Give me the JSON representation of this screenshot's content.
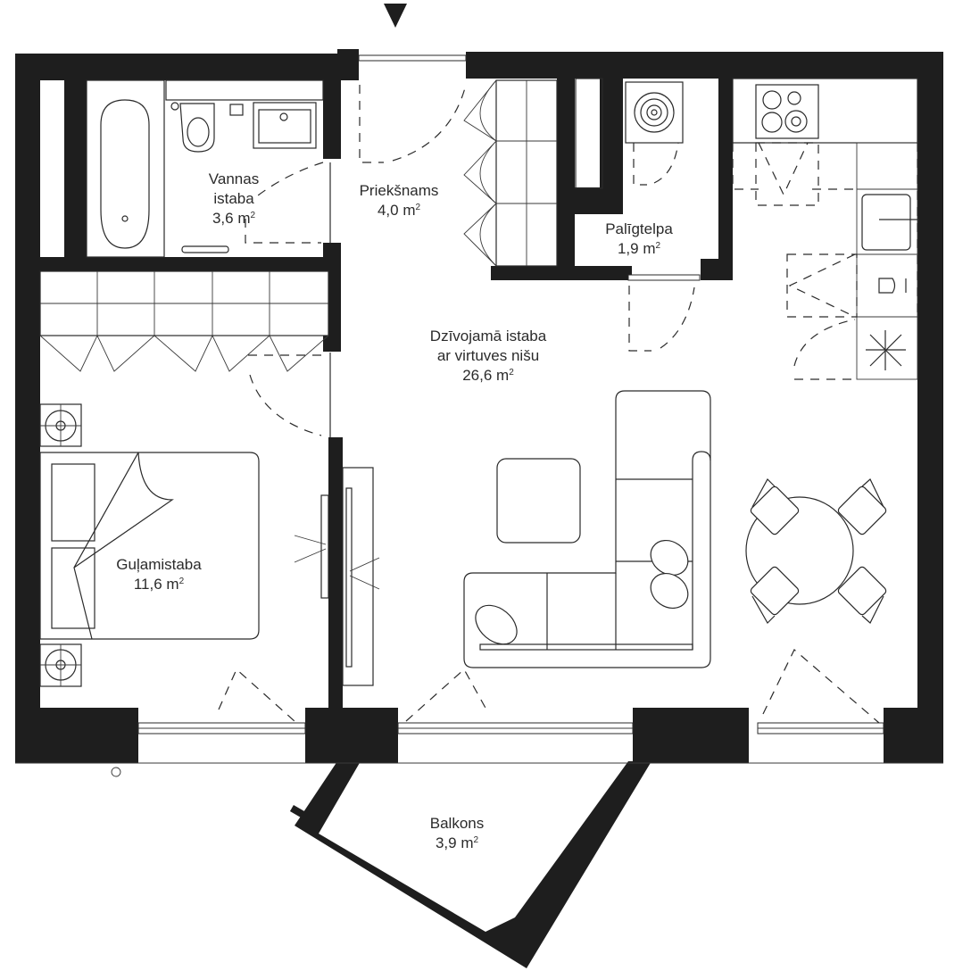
{
  "plan": {
    "entrance_marker": "entrance-arrow",
    "area_unit": "m",
    "area_unit_exp": "2",
    "rooms": [
      {
        "id": "bathroom",
        "name_lines": [
          "Vannas",
          "istaba"
        ],
        "area": "3,6"
      },
      {
        "id": "hallway",
        "name_lines": [
          "Priekšnams"
        ],
        "area": "4,0"
      },
      {
        "id": "utility",
        "name_lines": [
          "Palīgtelpa"
        ],
        "area": "1,9"
      },
      {
        "id": "living",
        "name_lines": [
          "Dzīvojamā istaba",
          "ar virtuves nišu"
        ],
        "area": "26,6"
      },
      {
        "id": "bedroom",
        "name_lines": [
          "Guļamistaba"
        ],
        "area": "11,6"
      },
      {
        "id": "balcony",
        "name_lines": [
          "Balkons"
        ],
        "area": "3,9"
      }
    ],
    "colors": {
      "wall": "#1e1e1e",
      "line": "#2a2a2a",
      "background": "#ffffff",
      "text": "#2b2b2b"
    }
  }
}
